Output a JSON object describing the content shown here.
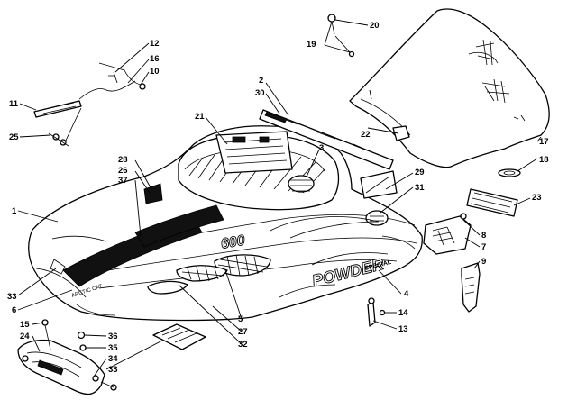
{
  "diagram": {
    "callouts": {
      "c1": "1",
      "c2": "2",
      "c3": "3",
      "c4": "4",
      "c5": "5",
      "c6": "6",
      "c7": "7",
      "c8": "8",
      "c9": "9",
      "c10": "10",
      "c11": "11",
      "c12": "12",
      "c13": "13",
      "c14": "14",
      "c15": "15",
      "c16": "16",
      "c17": "17",
      "c18": "18",
      "c19": "19",
      "c20": "20",
      "c21": "21",
      "c22": "22",
      "c23": "23",
      "c24": "24",
      "c25": "25",
      "c26": "26",
      "c27": "27",
      "c28": "28",
      "c29": "29",
      "c30": "30",
      "c31": "31",
      "c32": "32",
      "c33a": "33",
      "c33b": "33",
      "c34": "34",
      "c35": "35",
      "c36": "36",
      "c37": "37"
    },
    "decal_texts": {
      "powder": "POWDER",
      "special": "SPECIAL",
      "model": "600",
      "brand": "ARCTIC CAT"
    }
  }
}
